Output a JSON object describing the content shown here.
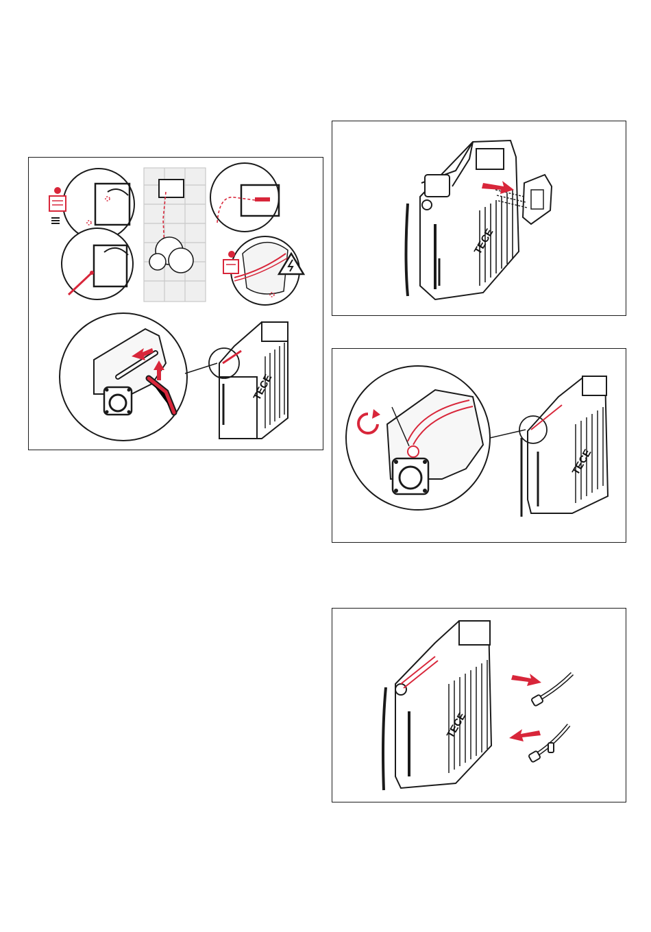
{
  "document": {
    "type": "installation-instructions",
    "accent_color": "#d8263a",
    "line_color": "#1a1a1a"
  },
  "figures": [
    {
      "id": "step-connect-water-supply",
      "brand_label": "TECE",
      "icons": [
        "manual-reader-icon",
        "electric-hazard-icon",
        "magnifier-circle-icon"
      ]
    },
    {
      "id": "step-remove-front-plate",
      "brand_label": "TECE",
      "icons": [
        "arrow-right-icon"
      ]
    },
    {
      "id": "step-turn-angle-valve",
      "brand_label": "TECE",
      "icons": [
        "rotate-arrow-icon"
      ]
    },
    {
      "id": "step-replace-hose",
      "brand_label": "TECE",
      "icons": [
        "arrow-right-icon",
        "arrow-left-icon",
        "hose-icon"
      ]
    }
  ]
}
